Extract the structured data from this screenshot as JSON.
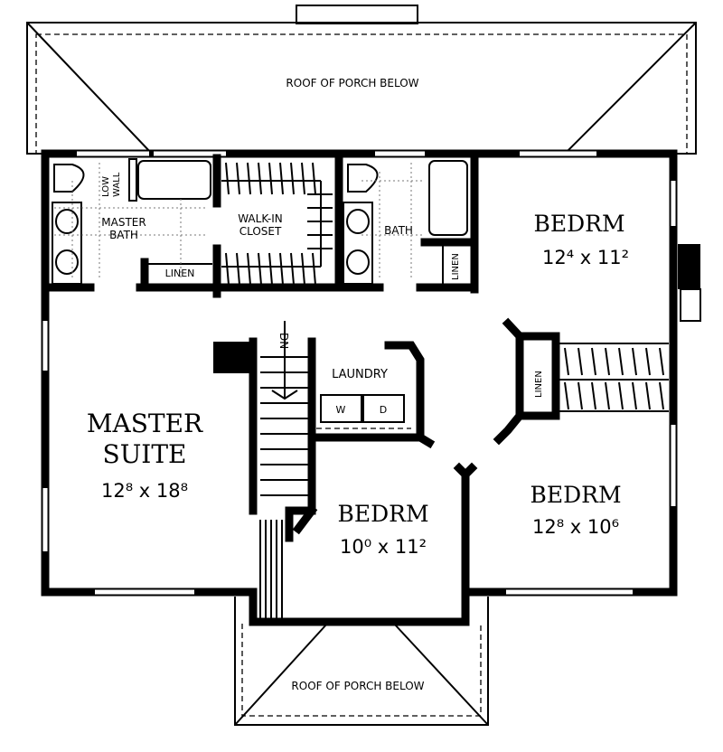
{
  "plan": {
    "roof_top": "ROOF OF PORCH BELOW",
    "roof_bottom": "ROOF OF PORCH BELOW",
    "rooms": {
      "master_bath": {
        "line1": "MASTER",
        "line2": "BATH"
      },
      "low_wall": {
        "line1": "LOW",
        "line2": "WALL"
      },
      "walk_in_closet": {
        "line1": "WALK-IN",
        "line2": "CLOSET"
      },
      "bath": "BATH",
      "linen_master": "LINEN",
      "linen_bath": "LINEN",
      "linen_hall": "LINEN",
      "laundry": "LAUNDRY",
      "washer": "W",
      "dryer": "D",
      "stairs_dn": "DN",
      "master_suite": {
        "line1": "MASTER",
        "line2": "SUITE",
        "dims": "12⁸ x 18⁸"
      },
      "bedrm_ne": {
        "name": "BEDRM",
        "dims": "12⁴ x 11²"
      },
      "bedrm_se": {
        "name": "BEDRM",
        "dims": "12⁸ x 10⁶"
      },
      "bedrm_s": {
        "name": "BEDRM",
        "dims": "10⁰ x 11²"
      }
    }
  }
}
